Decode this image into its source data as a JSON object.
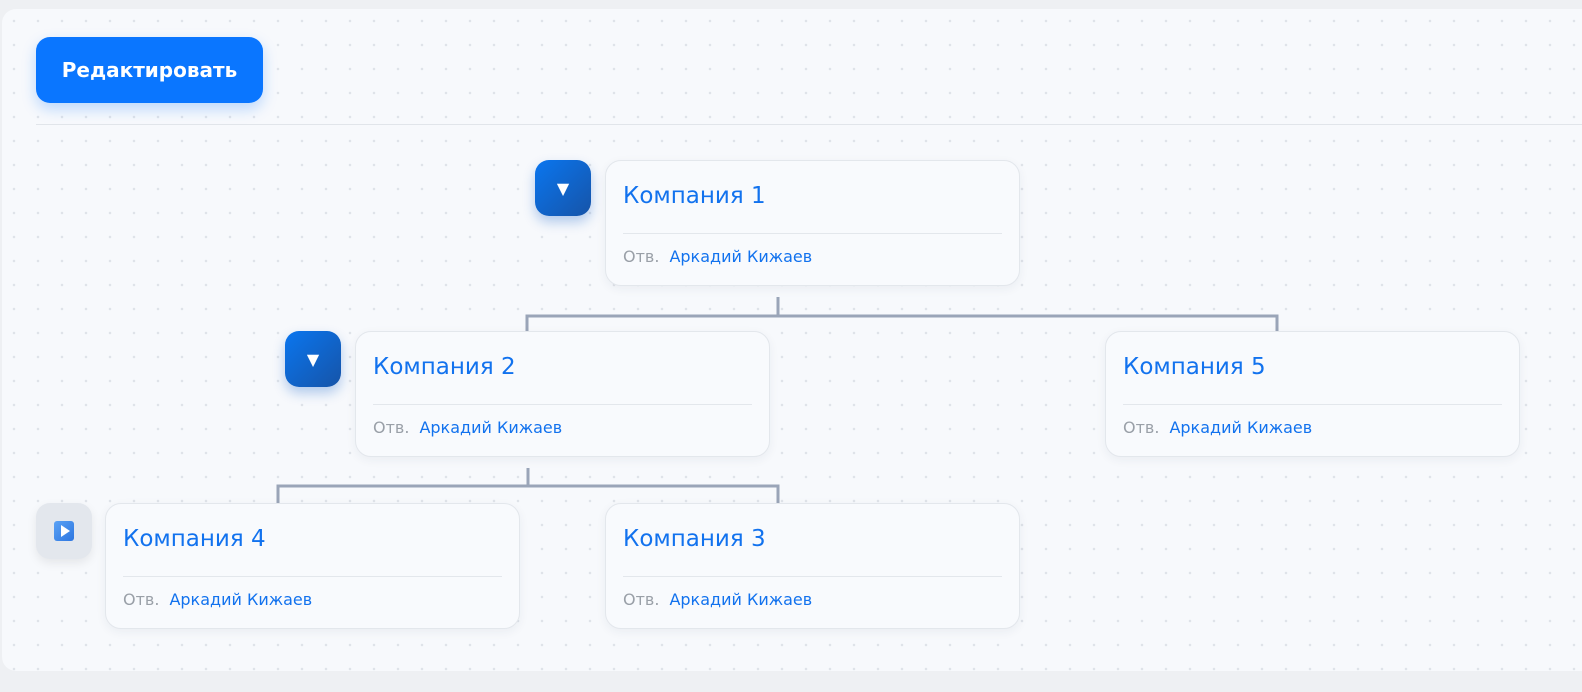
{
  "toolbar": {
    "edit_label": "Редактировать"
  },
  "tree": {
    "resp_label": "Отв.",
    "nodes": [
      {
        "title": "Компания 1",
        "responsible": "Аркадий Кижаев",
        "toggle": "expanded"
      },
      {
        "title": "Компания 2",
        "responsible": "Аркадий Кижаев",
        "toggle": "expanded"
      },
      {
        "title": "Компания 5",
        "responsible": "Аркадий Кижаев"
      },
      {
        "title": "Компания 4",
        "responsible": "Аркадий Кижаев",
        "toggle": "collapsed"
      },
      {
        "title": "Компания 3",
        "responsible": "Аркадий Кижаев"
      }
    ]
  },
  "colors": {
    "accent": "#0a76ff",
    "connector": "#9aa5b8"
  }
}
